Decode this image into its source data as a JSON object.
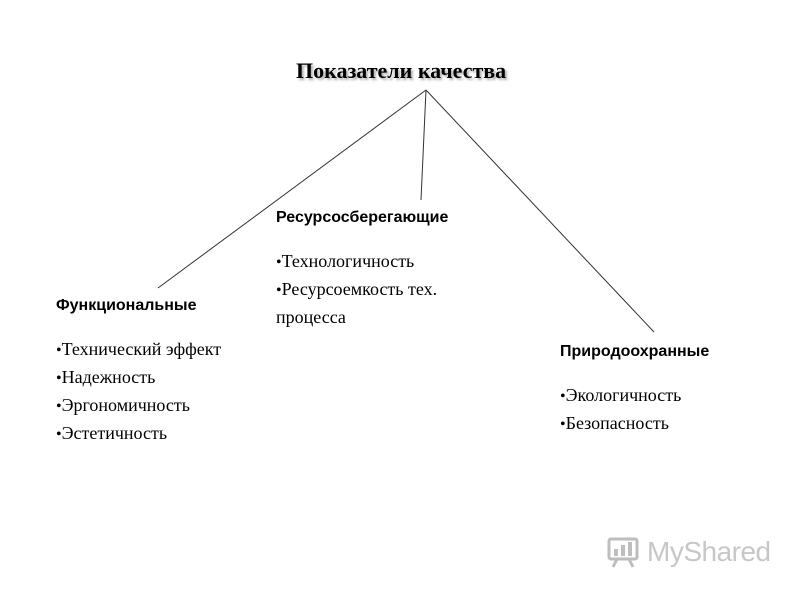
{
  "diagram": {
    "title": "Показатели качества",
    "nodes": [
      {
        "heading": "Функциональные",
        "items": [
          "Технический эффект",
          "Надежность",
          "Эргономичность",
          "Эстетичность"
        ]
      },
      {
        "heading": "Ресурсосберегающие",
        "items": [
          "Технологичность",
          "Ресурсоемкость тех. процесса"
        ]
      },
      {
        "heading": "Природоохранные",
        "items": [
          "Экологичность",
          "Безопасность"
        ]
      }
    ],
    "bullet": "•",
    "line_color": "#333333"
  },
  "watermark": {
    "text": "MyShared",
    "icon": "presentation-board-icon"
  }
}
